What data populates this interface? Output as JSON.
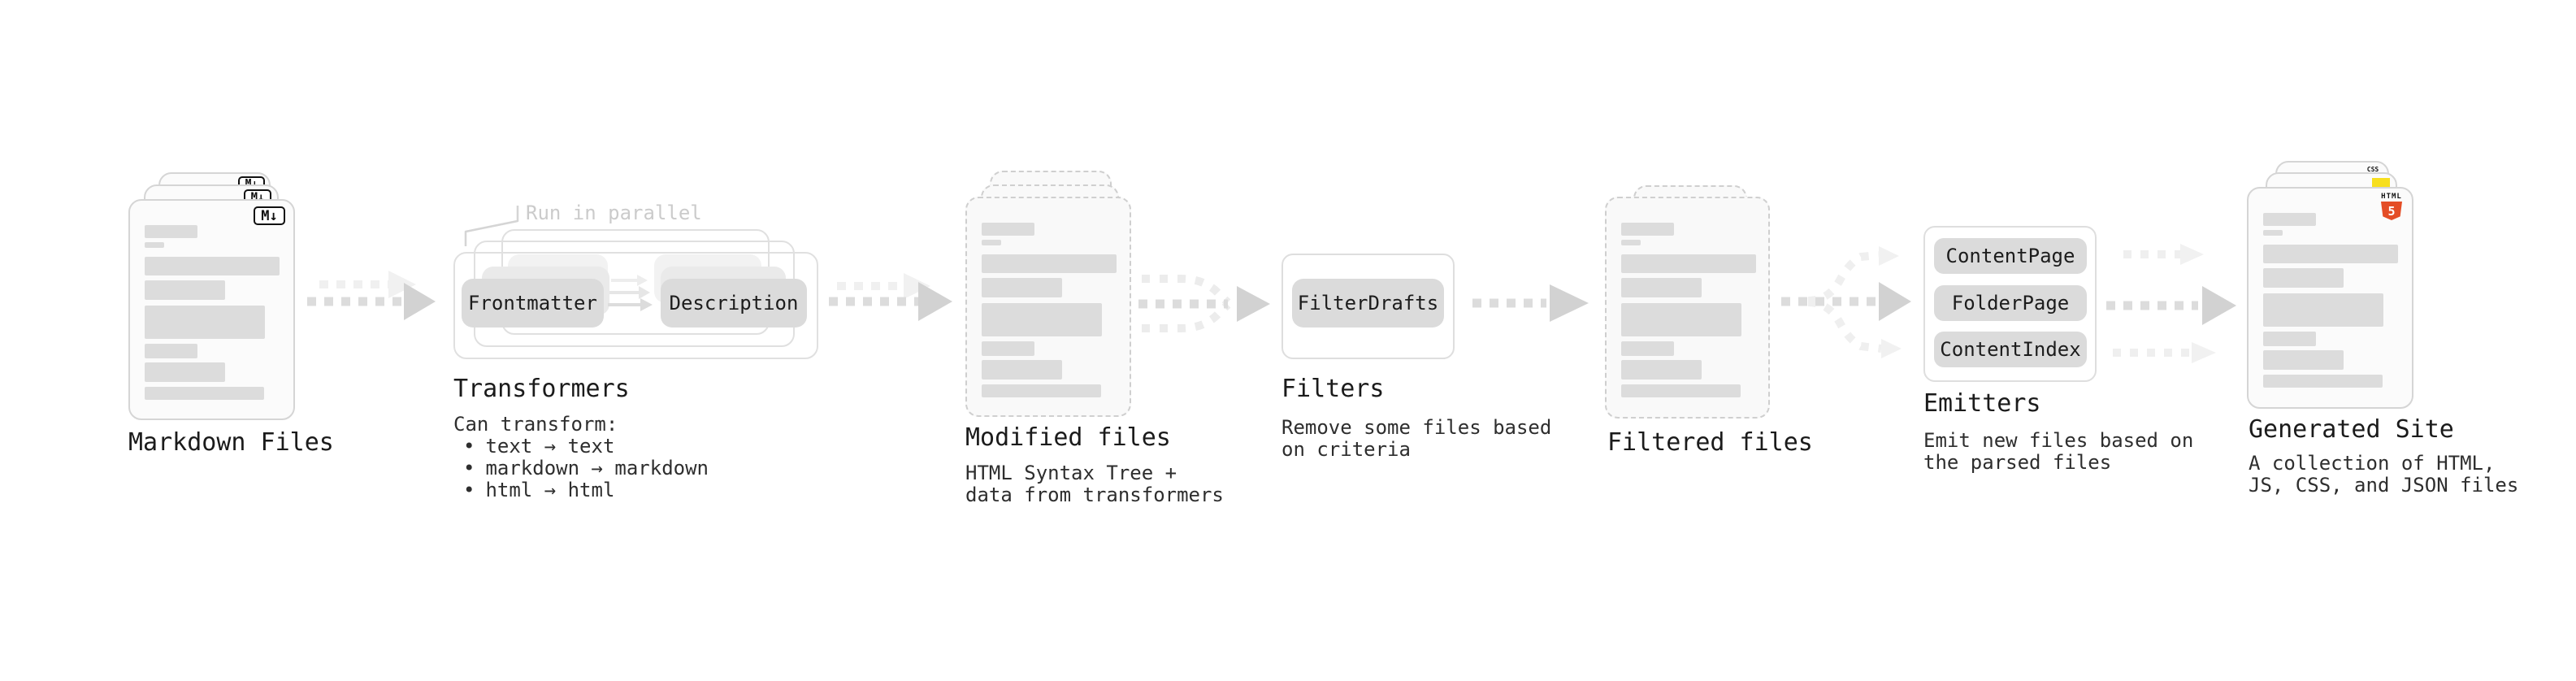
{
  "diagram": {
    "markdown": {
      "label": "Markdown Files",
      "badge": "M↓"
    },
    "transformers": {
      "note": "Run in parallel",
      "pill_left": "Frontmatter",
      "pill_right": "Description",
      "title": "Transformers",
      "desc_heading": "Can transform:",
      "bullet_marker": "•",
      "bullets": [
        "text → text",
        "markdown → markdown",
        "html → html"
      ]
    },
    "modified": {
      "title": "Modified files",
      "desc_line1": "HTML Syntax Tree +",
      "desc_line2": "data from transformers"
    },
    "filters": {
      "title": "Filters",
      "pill": "FilterDrafts",
      "desc_line1": "Remove some files based",
      "desc_line2": "on criteria"
    },
    "filtered": {
      "label": "Filtered files"
    },
    "emitters": {
      "title": "Emitters",
      "pills": [
        "ContentPage",
        "FolderPage",
        "ContentIndex"
      ],
      "desc_line1": "Emit new files based on",
      "desc_line2": "the parsed files"
    },
    "generated": {
      "label": "Generated Site",
      "desc_line1": "A collection of HTML,",
      "desc_line2": "JS, CSS, and JSON files",
      "css_badge": "CSS",
      "html5_word": "HTML",
      "html5_number": "5"
    }
  },
  "colors": {
    "html5_orange": "#e44d26",
    "js_yellow": "#f7df1e",
    "css_blue": "#2965f1"
  }
}
